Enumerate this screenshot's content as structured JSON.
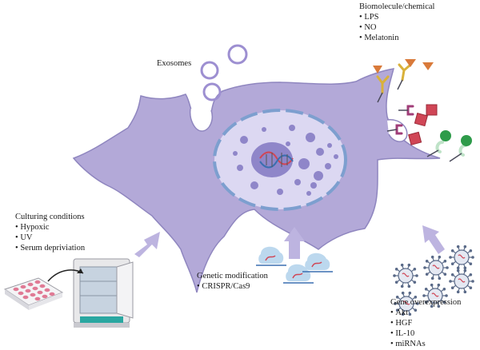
{
  "labels": {
    "biomolecule": {
      "title": "Biomolecule/chemical",
      "items": [
        "LPS",
        "NO",
        "Melatonin"
      ]
    },
    "exosomes": {
      "title": "Exosomes"
    },
    "culturing": {
      "title": "Culturing conditions",
      "items": [
        "Hypoxic",
        "UV",
        "Serum depriviation"
      ]
    },
    "genetic": {
      "title": "Genetic modification",
      "items": [
        "CRISPR/Cas9"
      ]
    },
    "overexpression": {
      "title": "Gene overexpression",
      "items": [
        "Akt",
        "HGF",
        "IL-10",
        "miRNAs"
      ]
    }
  },
  "colors": {
    "cell_fill": "#b3a9d8",
    "cell_stroke": "#8f86bf",
    "nucleus_fill": "#dcd8f2",
    "nucleus_stroke": "#7d9fcf",
    "arrow": "#bdb4e0",
    "exosome": "#9d8fd1",
    "ligand_orange": "#d97a3a",
    "ligand_red": "#d04656",
    "ligand_green": "#2e9b4a",
    "receptor_yellow": "#d9b13a",
    "receptor_magenta": "#a03d78",
    "receptor_mint": "#bfe3c8"
  },
  "icons": [
    "exosome-vesicle-icon",
    "dna-helix-icon",
    "incubator-icon",
    "cell-culture-plate-icon",
    "viral-vector-icon",
    "cas9-complex-icon",
    "receptor-icon"
  ]
}
